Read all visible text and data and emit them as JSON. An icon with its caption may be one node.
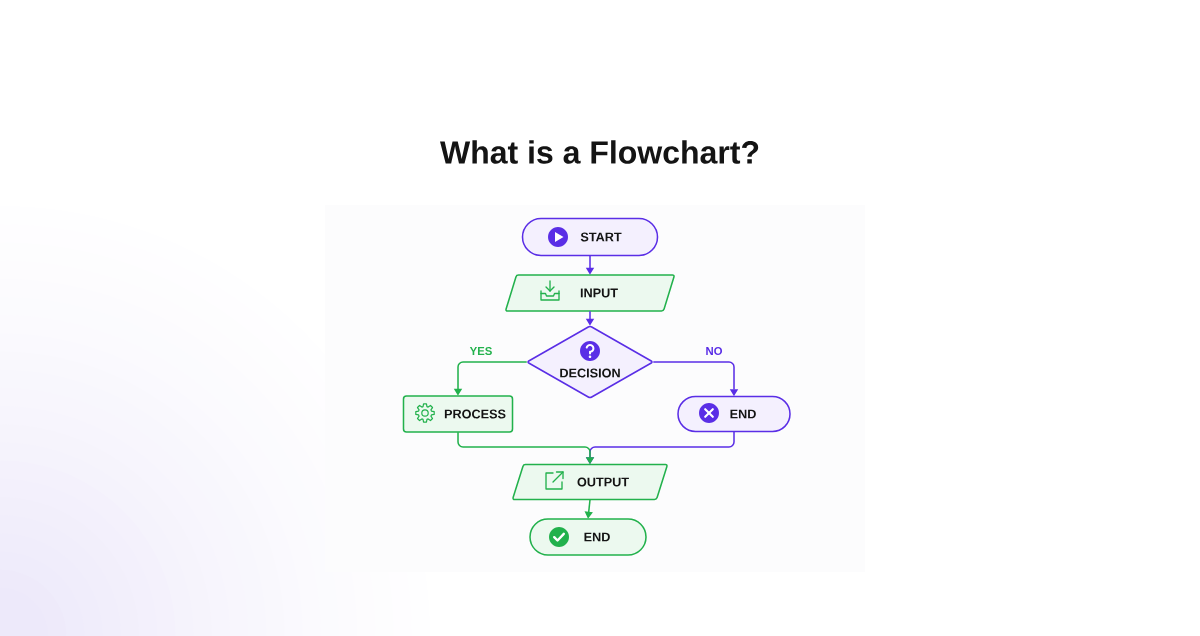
{
  "diagram": {
    "title": "What is a Flowchart?",
    "nodes": [
      {
        "text": [
          "START"
        ]
      },
      {
        "text": [
          "INPUT"
        ]
      },
      {
        "text": [
          "DECISION"
        ]
      },
      {
        "text": [
          "PROCESS"
        ]
      },
      {
        "text": [
          "END"
        ]
      },
      {
        "text": [
          "OUTPUT"
        ]
      },
      {
        "text": [
          "END"
        ]
      }
    ],
    "edges": [
      {
        "from": 0,
        "to": 1,
        "arrow": "to"
      },
      {
        "from": 1,
        "to": 2,
        "arrow": "to"
      },
      {
        "from": 2,
        "to": 3,
        "arrow": "to",
        "label": "YES",
        "color": "#22b14c"
      },
      {
        "from": 2,
        "to": 4,
        "arrow": "to",
        "label": "NO"
      },
      {
        "from": 3,
        "to": 5,
        "arrow": "to",
        "color": "#22b14c"
      },
      {
        "from": 4,
        "to": 5,
        "arrow": "to"
      },
      {
        "from": 5,
        "to": 6,
        "arrow": "to",
        "color": "#22b14c"
      }
    ]
  }
}
